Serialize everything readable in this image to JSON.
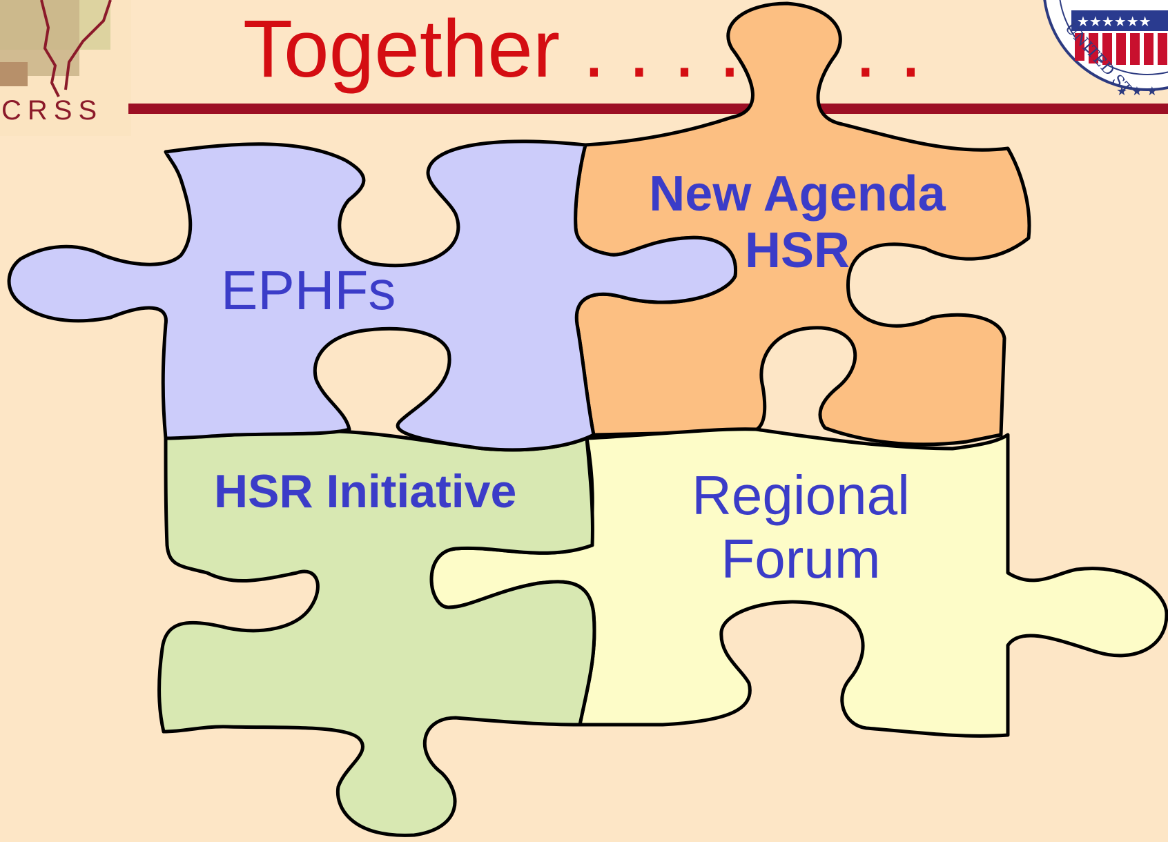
{
  "header": {
    "title": "Together . . . . . . . .",
    "logo_text": "CRSS",
    "seal_text": "UNITED ST"
  },
  "puzzle": {
    "pieces": [
      {
        "id": "ephfs",
        "label": "EPHFs",
        "color": "#ccccfa"
      },
      {
        "id": "new-agenda-hsr",
        "label_line1": "New Agenda",
        "label_line2": "HSR",
        "color": "#fcbf82"
      },
      {
        "id": "hsr-initiative",
        "label": "HSR Initiative",
        "color": "#d8e8b2"
      },
      {
        "id": "regional-forum",
        "label_line1": "Regional",
        "label_line2": "Forum",
        "color": "#fdfcc8"
      }
    ]
  },
  "colors": {
    "background": "#fde6c6",
    "title": "#d40d12",
    "rule": "#9c0f24",
    "label": "#3b3cc8"
  }
}
